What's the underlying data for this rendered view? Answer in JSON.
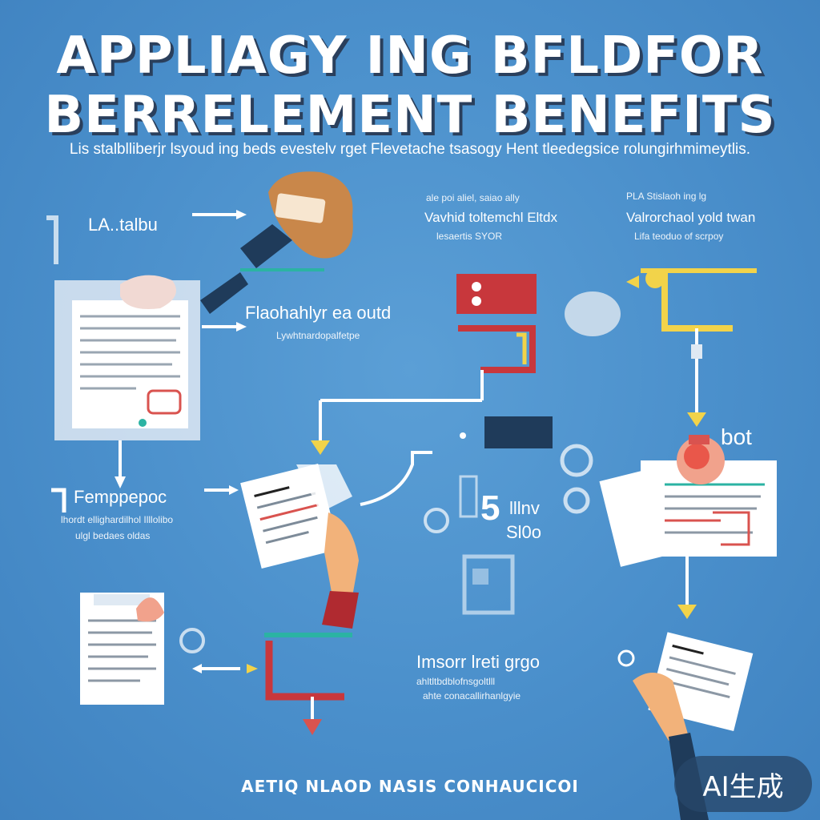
{
  "title": {
    "line1": "APPLIAGY ING BFLDFOR",
    "line2": "BERRELEMENT BENEFITS"
  },
  "subtitle": "Lis stalblliberjr lsyoud ing beds evestelv rget Flevetache tsasogy Hent tleedegsice rolungirhmimeytlis.",
  "labels": {
    "top_left": "LA..talbu",
    "top_center_head": "ale poi aliel, saiao ally",
    "top_center_main": "Vavhid toltemchl Eltdx",
    "top_center_sub": "lesaertis SYOR",
    "top_right_head": "PLA Stislaoh ing lg",
    "top_right_main": "Valrorchaol yold twan",
    "top_right_sub": "Lifa teoduo of scrpoy",
    "mid_left_main": "Flaohahlyr ea outd",
    "mid_left_sub": "Lywhtnardopalfetpe",
    "left_step_main": "Femppepoc",
    "left_step_sub1": "lhordt ellighardilhol Illlolibo",
    "left_step_sub2": "ulgl bedaes oldas",
    "center_big_num": "5",
    "center_big_word1": "lllnv",
    "center_big_word2": "Sl0o",
    "right_stamp": "bot",
    "bottom_center_main": "Imsorr lreti grgo",
    "bottom_center_sub1": "ahltltbdblofnsgoltlll",
    "bottom_center_sub2": "ahte conacallirhanlgyie",
    "footer": "AETIQ NLAOD NASIS CONHAUCICOI",
    "badge": "AI生成"
  },
  "colors": {
    "background": "#4a8fcb",
    "title_shadow": "#2a3f5c",
    "accent_red": "#c8373c",
    "accent_yellow": "#f2d34a",
    "accent_navy": "#1f3b5a",
    "accent_teal": "#2bb3a3",
    "hair": "#c9874a",
    "skin": "#f2b27a"
  },
  "icons": [
    "hand-holding-document-icon",
    "document-icon",
    "arrow-icon",
    "stamp-icon",
    "folder-icon"
  ]
}
